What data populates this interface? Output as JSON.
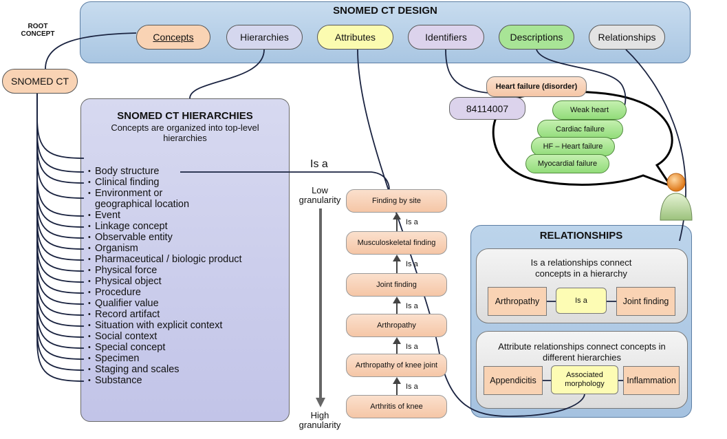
{
  "design": {
    "title": "SNOMED CT DESIGN",
    "root_label": "ROOT\nCONCEPT",
    "root_concept": "SNOMED CT",
    "tabs": [
      {
        "label": "Concepts",
        "color": "#f9d3b4",
        "underlined": true
      },
      {
        "label": "Hierarchies",
        "color": "#d5d7ee"
      },
      {
        "label": "Attributes",
        "color": "#fbfbb0"
      },
      {
        "label": "Identifiers",
        "color": "#dcd3ec"
      },
      {
        "label": "Descriptions",
        "color": "#a8e496"
      },
      {
        "label": "Relationships",
        "color": "#e3e3e3"
      }
    ]
  },
  "hierarchies": {
    "title": "SNOMED CT HIERARCHIES",
    "subtitle": "Concepts are organized into top-level hierarchies",
    "items": [
      "Body structure",
      "Clinical finding",
      "Environment or geographical location",
      "Event",
      "Linkage concept",
      "Observable entity",
      "Organism",
      "Pharmaceutical / biologic product",
      "Physical force",
      "Physical object",
      "Procedure",
      "Qualifier value",
      "Record artifact",
      "Situation with explicit context",
      "Social context",
      "Special concept",
      "Specimen",
      "Staging and scales",
      "Substance"
    ]
  },
  "isa_chain": {
    "is_a_label": "Is a",
    "small_isa": "Is a",
    "low_label": "Low granularity",
    "high_label": "High granularity",
    "nodes": [
      "Finding by site",
      "Musculoskeletal finding",
      "Joint finding",
      "Arthropathy",
      "Arthropathy of knee joint",
      "Arthritis of knee"
    ]
  },
  "descriptions": {
    "fsn": "Heart failure (disorder)",
    "concept_id": "84114007",
    "synonyms": [
      "Weak heart",
      "Cardiac failure",
      "HF – Heart failure",
      "Myocardial failure"
    ]
  },
  "relationships": {
    "title": "RELATIONSHIPS",
    "isa_section": {
      "text": "Is a  relationships connect concepts in a hierarchy",
      "source": "Arthropathy",
      "relation": "Is a",
      "target": "Joint finding"
    },
    "attr_section": {
      "text": "Attribute relationships connect concepts in different hierarchies",
      "source": "Appendicitis",
      "relation": "Associated morphology",
      "target": "Inflammation"
    }
  }
}
